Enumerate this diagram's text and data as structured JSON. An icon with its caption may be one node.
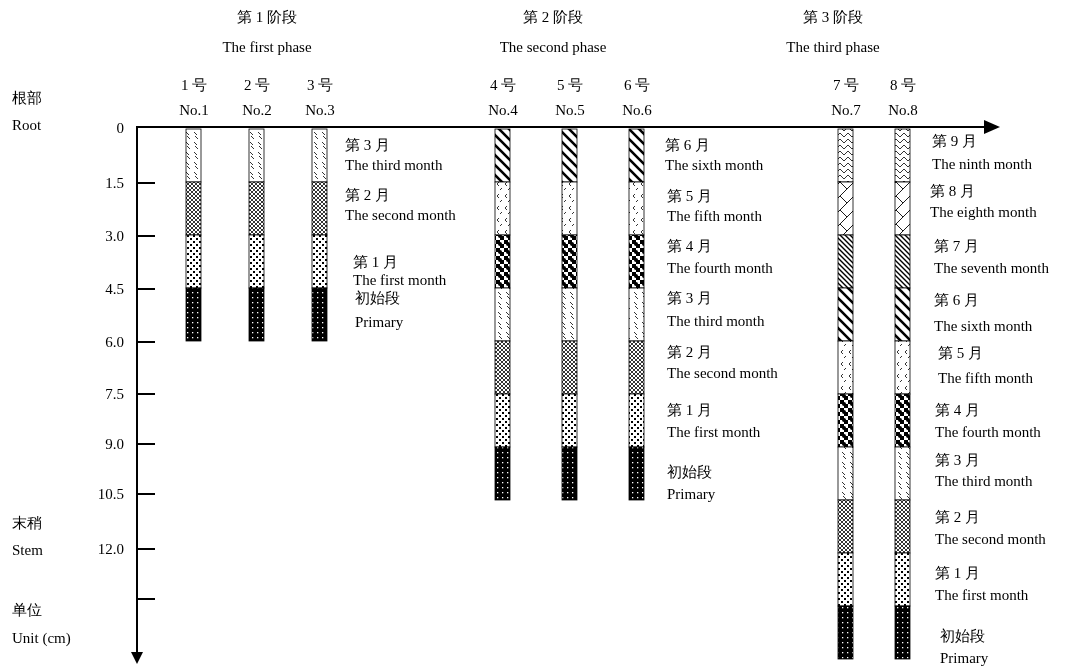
{
  "diagram": {
    "labels": [
      "第 1 阶段",
      "The first phase",
      "第 2 阶段",
      "The second phase",
      "第 3 阶段",
      "The third phase",
      "1 号",
      "No.1",
      "2 号",
      "No.2",
      "3 号",
      "No.3",
      "4 号",
      "No.4",
      "5 号",
      "No.5",
      "6 号",
      "No.6",
      "7 号",
      "No.7",
      "8 号",
      "No.8",
      "根部",
      "Root",
      "0",
      "1.5",
      "3.0",
      "4.5",
      "6.0",
      "7.5",
      "9.0",
      "10.5",
      "12.0",
      "末稍",
      "Stem",
      "单位",
      "Unit (cm)",
      "第 3 月",
      "The third month",
      "第 2 月",
      "The second month",
      "第 1 月",
      "The first month",
      "初始段",
      "Primary",
      "第 6 月",
      "The sixth month",
      "第 5 月",
      "The fifth month",
      "第 4 月",
      "The fourth month",
      "第 3 月",
      "The third month",
      "第 2 月",
      "The second month",
      "第 1 月",
      "The first month",
      "初始段",
      "Primary",
      "第 9 月",
      "The ninth month",
      "第 8 月",
      "The eighth month",
      "第 7 月",
      "The seventh month",
      "第 6 月",
      "The sixth month",
      "第 5 月",
      "The fifth month",
      "第 4 月",
      "The fourth month",
      "第 3 月",
      "The third month",
      "第 2 月",
      "The second month",
      "第 1 月",
      "The first month",
      "初始段",
      "Primary"
    ]
  }
}
